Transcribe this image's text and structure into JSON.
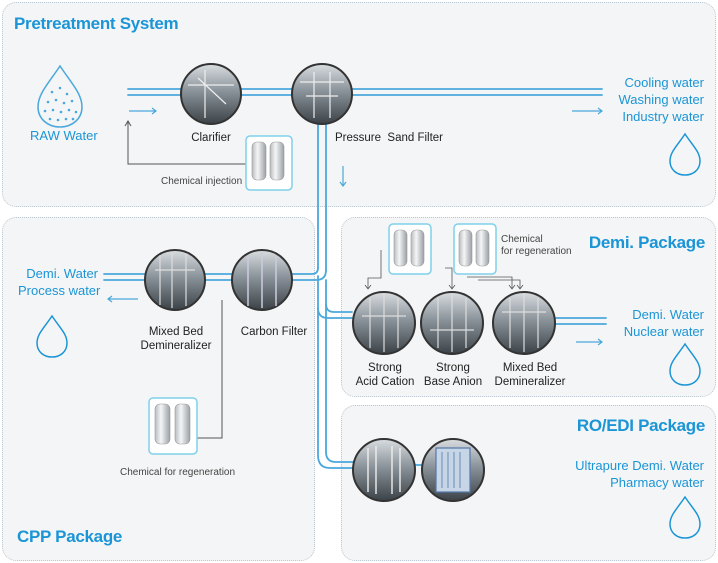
{
  "sections": {
    "pretreatment": "Pretreatment System",
    "cpp": "CPP Package",
    "demi": "Demi. Package",
    "ro_edi": "RO/EDI Package"
  },
  "sources": {
    "raw_water": "RAW Water"
  },
  "units": {
    "clarifier": "Clarifier",
    "pressure_sand_filter": "Pressure  Sand Filter",
    "cpp_mixed_bed_l1": "Mixed Bed",
    "cpp_mixed_bed_l2": "Demineralizer",
    "carbon_filter": "Carbon Filter",
    "strong_acid_l1": "Strong",
    "strong_acid_l2": "Acid Cation",
    "strong_base_l1": "Strong",
    "strong_base_l2": "Base Anion",
    "demi_mixed_bed_l1": "Mixed Bed",
    "demi_mixed_bed_l2": "Demineralizer"
  },
  "chemicals": {
    "injection": "Chemical injection",
    "cpp_regen": "Chemical for regeneration",
    "demi_regen_l1": "Chemical",
    "demi_regen_l2": "for regeneration"
  },
  "outputs": {
    "pretreatment": [
      "Cooling water",
      "Washing water",
      "Industry water"
    ],
    "cpp": [
      "Demi. Water",
      "Process water"
    ],
    "demi": [
      "Demi. Water",
      "Nuclear water"
    ],
    "ro_edi": [
      "Ultrapure Demi. Water",
      "Pharmacy water"
    ]
  },
  "colors": {
    "accent": "#1b95d6",
    "pipe": "#4aa8dc",
    "panel": "#f4f5f6",
    "icon_border": "#7fd0ea"
  }
}
